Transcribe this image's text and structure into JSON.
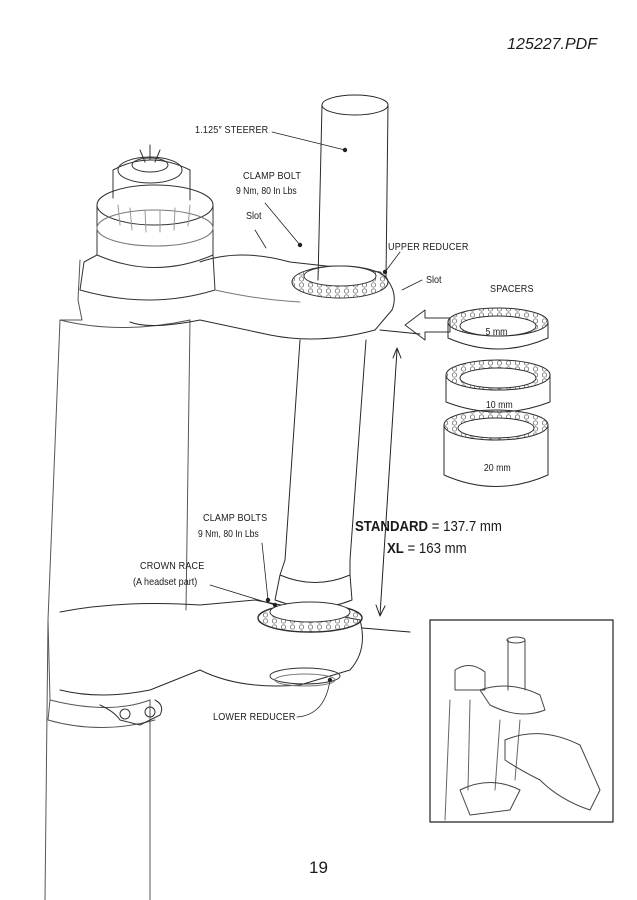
{
  "header": {
    "doc_id": "125227.PDF"
  },
  "labels": {
    "steerer": "1.125″ STEERER",
    "clamp_bolt": "CLAMP BOLT",
    "clamp_bolt_torque": "9 Nm, 80 In Lbs",
    "slot_left": "Slot",
    "upper_reducer": "UPPER REDUCER",
    "slot_right": "Slot",
    "spacers": "SPACERS",
    "clamp_bolts": "CLAMP BOLTS",
    "clamp_bolts_torque": "9 Nm, 80 In Lbs",
    "crown_race": "CROWN RACE",
    "crown_race_note": "(A headset part)",
    "lower_reducer": "LOWER REDUCER"
  },
  "spacers": [
    {
      "label": "5 mm"
    },
    {
      "label": "10 mm"
    },
    {
      "label": "20 mm"
    }
  ],
  "dimensions": {
    "standard_label": "STANDARD",
    "standard_value": "= 137.7 mm",
    "xl_label": "XL",
    "xl_value": "= 163 mm"
  },
  "footer": {
    "page_number": "19"
  }
}
